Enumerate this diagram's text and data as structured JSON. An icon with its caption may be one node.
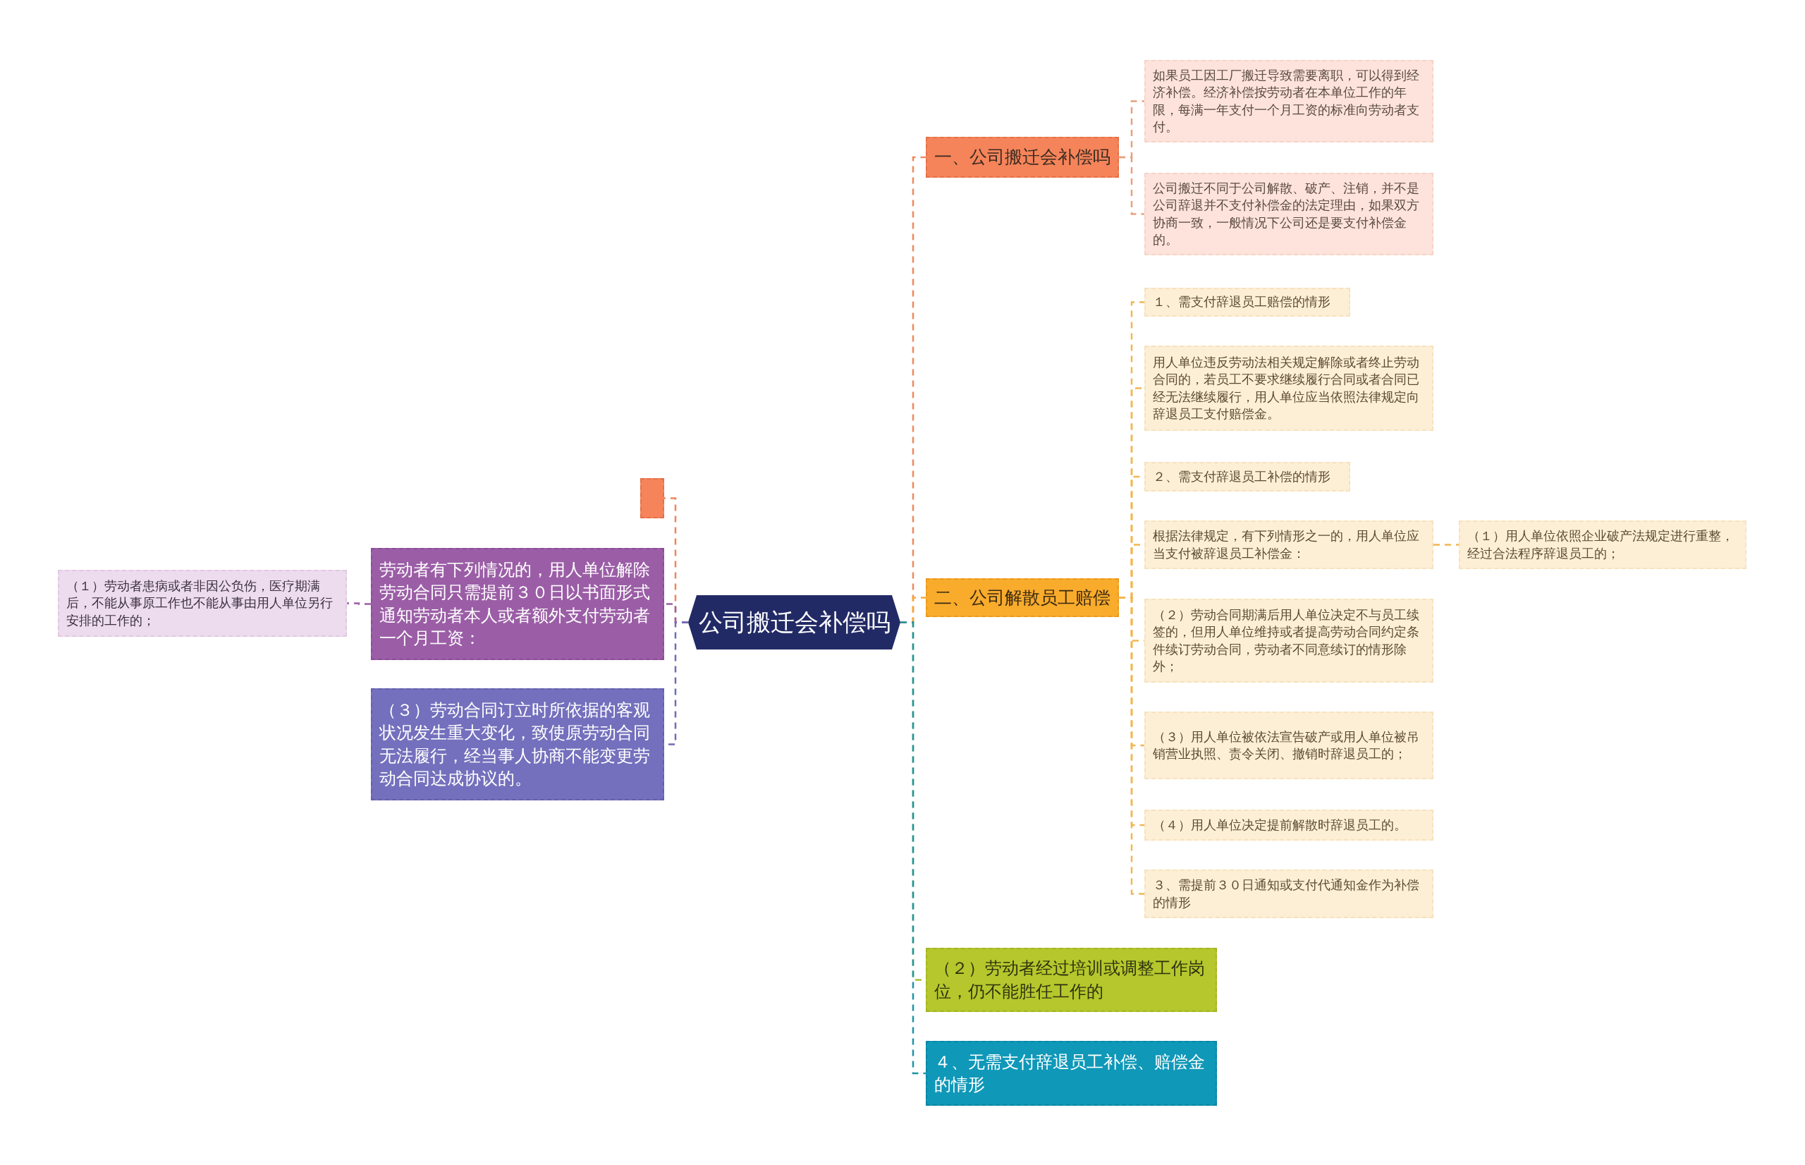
{
  "diagram": {
    "nodes": [
      {
        "text": [
          "公司搬迁会补偿吗"
        ]
      },
      {
        "text": [
          "一、公司搬迁会补偿吗"
        ]
      },
      {
        "text": [
          "如果员工因工厂搬迁导致需要离职，可以得到经济补偿。经济补偿按劳动者在本单位工作的年限，每满一年支付一个月工资的标准向劳动者支付。"
        ]
      },
      {
        "text": [
          "公司搬迁不同于公司解散、破产、注销，并不是公司辞退并不支付补偿金的法定理由，如果双方协商一致，一般情况下公司还是要支付补偿金的。"
        ]
      },
      {
        "text": [
          "二、公司解散员工赔偿"
        ]
      },
      {
        "text": [
          "１、需支付辞退员工赔偿的情形"
        ]
      },
      {
        "text": [
          "用人单位违反劳动法相关规定解除或者终止劳动合同的，若员工不要求继续履行合同或者合同已经无法继续履行，用人单位应当依照法律规定向辞退员工支付赔偿金。"
        ]
      },
      {
        "text": [
          "２、需支付辞退员工补偿的情形"
        ]
      },
      {
        "text": [
          "根据法律规定，有下列情形之一的，用人单位应当支付被辞退员工补偿金："
        ]
      },
      {
        "text": [
          "（１）用人单位依照企业破产法规定进行重整，经过合法程序辞退员工的；"
        ]
      },
      {
        "text": [
          "（２）劳动合同期满后用人单位决定不与员工续签的，但用人单位维持或者提高劳动合同约定条件续订劳动合同，劳动者不同意续订的情形除外；"
        ]
      },
      {
        "text": [
          "（３）用人单位被依法宣告破产或用人单位被吊销营业执照、责令关闭、撤销时辞退员工的；"
        ]
      },
      {
        "text": [
          "（４）用人单位决定提前解散时辞退员工的。"
        ]
      },
      {
        "text": [
          "３、需提前３０日通知或支付代通知金作为补偿的情形"
        ]
      },
      {
        "text": [
          "（２）劳动者经过培训或调整工作岗位，仍不能胜任工作的"
        ]
      },
      {
        "text": [
          "４、无需支付辞退员工补偿、赔偿金的情形"
        ]
      },
      {
        "text": [],
        "shape": "box"
      },
      {
        "text": [
          "劳动者有下列情况的，用人单位解除劳动合同只需提前３０日以书面形式通知劳动者本人或者额外支付劳动者一个月工资："
        ]
      },
      {
        "text": [
          "（１）劳动者患病或者非因公负伤，医疗期满后，不能从事原工作也不能从事由用人单位另行安排的工作的；"
        ]
      },
      {
        "text": [
          "（３）劳动合同订立时所依据的客观状况发生重大变化，致使原劳动合同无法履行，经当事人协商不能变更劳动合同达成协议的。"
        ]
      }
    ],
    "edges": [
      {
        "from": 0,
        "to": 1,
        "arrow": "none",
        "style": "dashed",
        "color": "#ee8a5e"
      },
      {
        "from": 1,
        "to": 2,
        "arrow": "none",
        "style": "dashed",
        "color": "#e9a07e"
      },
      {
        "from": 1,
        "to": 3,
        "arrow": "none",
        "style": "dashed",
        "color": "#e9a07e"
      },
      {
        "from": 0,
        "to": 4,
        "arrow": "none",
        "style": "dashed",
        "color": "#f5a833"
      },
      {
        "from": 4,
        "to": 5,
        "arrow": "none",
        "style": "dashed",
        "color": "#f2b650"
      },
      {
        "from": 4,
        "to": 6,
        "arrow": "none",
        "style": "dashed",
        "color": "#f2b650"
      },
      {
        "from": 4,
        "to": 7,
        "arrow": "none",
        "style": "dashed",
        "color": "#f2b650"
      },
      {
        "from": 4,
        "to": 8,
        "arrow": "none",
        "style": "dashed",
        "color": "#f2b650"
      },
      {
        "from": 8,
        "to": 9,
        "arrow": "none",
        "style": "dashed",
        "color": "#f2b650"
      },
      {
        "from": 4,
        "to": 10,
        "arrow": "none",
        "style": "dashed",
        "color": "#f2b650"
      },
      {
        "from": 4,
        "to": 11,
        "arrow": "none",
        "style": "dashed",
        "color": "#f2b650"
      },
      {
        "from": 4,
        "to": 12,
        "arrow": "none",
        "style": "dashed",
        "color": "#f2b650"
      },
      {
        "from": 4,
        "to": 13,
        "arrow": "none",
        "style": "dashed",
        "color": "#f2b650"
      },
      {
        "from": 0,
        "to": 14,
        "arrow": "none",
        "style": "dashed",
        "color": "#a9c036"
      },
      {
        "from": 0,
        "to": 15,
        "arrow": "none",
        "style": "dashed",
        "color": "#1f93a8"
      },
      {
        "from": 0,
        "to": 16,
        "arrow": "none",
        "style": "dashed",
        "color": "#f0855a"
      },
      {
        "from": 0,
        "to": 17,
        "arrow": "none",
        "style": "dashed",
        "color": "#9b5ea6"
      },
      {
        "from": 17,
        "to": 18,
        "arrow": "none",
        "style": "dashed",
        "color": "#9b5ea6"
      },
      {
        "from": 0,
        "to": 19,
        "arrow": "none",
        "style": "dashed",
        "color": "#6f6cb8"
      }
    ]
  }
}
